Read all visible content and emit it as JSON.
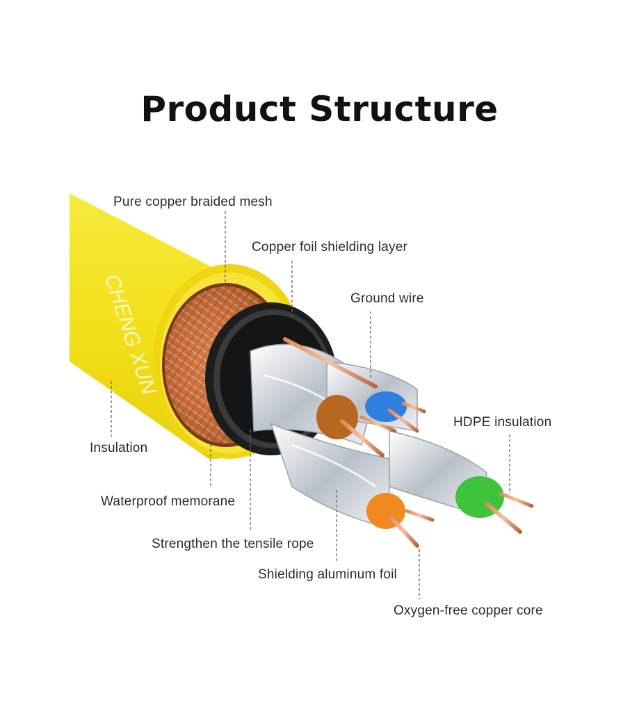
{
  "title": "Product Structure",
  "brand_watermark": "CHENG XUN",
  "labels": {
    "pure_copper_braided_mesh": "Pure copper braided mesh",
    "copper_foil_shielding_layer": "Copper foil shielding layer",
    "ground_wire": "Ground wire",
    "hdpe_insulation": "HDPE insulation",
    "insulation": "Insulation",
    "waterproof_membrane": "Waterproof memorane",
    "strengthen_tensile_rope": "Strengthen the tensile rope",
    "shielding_aluminum_foil": "Shielding aluminum foil",
    "oxygen_free_copper_core": "Oxygen-free copper core"
  },
  "colors": {
    "jacket": "#f2e21c",
    "copper": "#c8703d",
    "pair_blue": "#2f7fe0",
    "pair_orange": "#f08a1e",
    "pair_green": "#3ec43a",
    "pair_brown": "#b8681e",
    "foil": "#d8dde3"
  }
}
